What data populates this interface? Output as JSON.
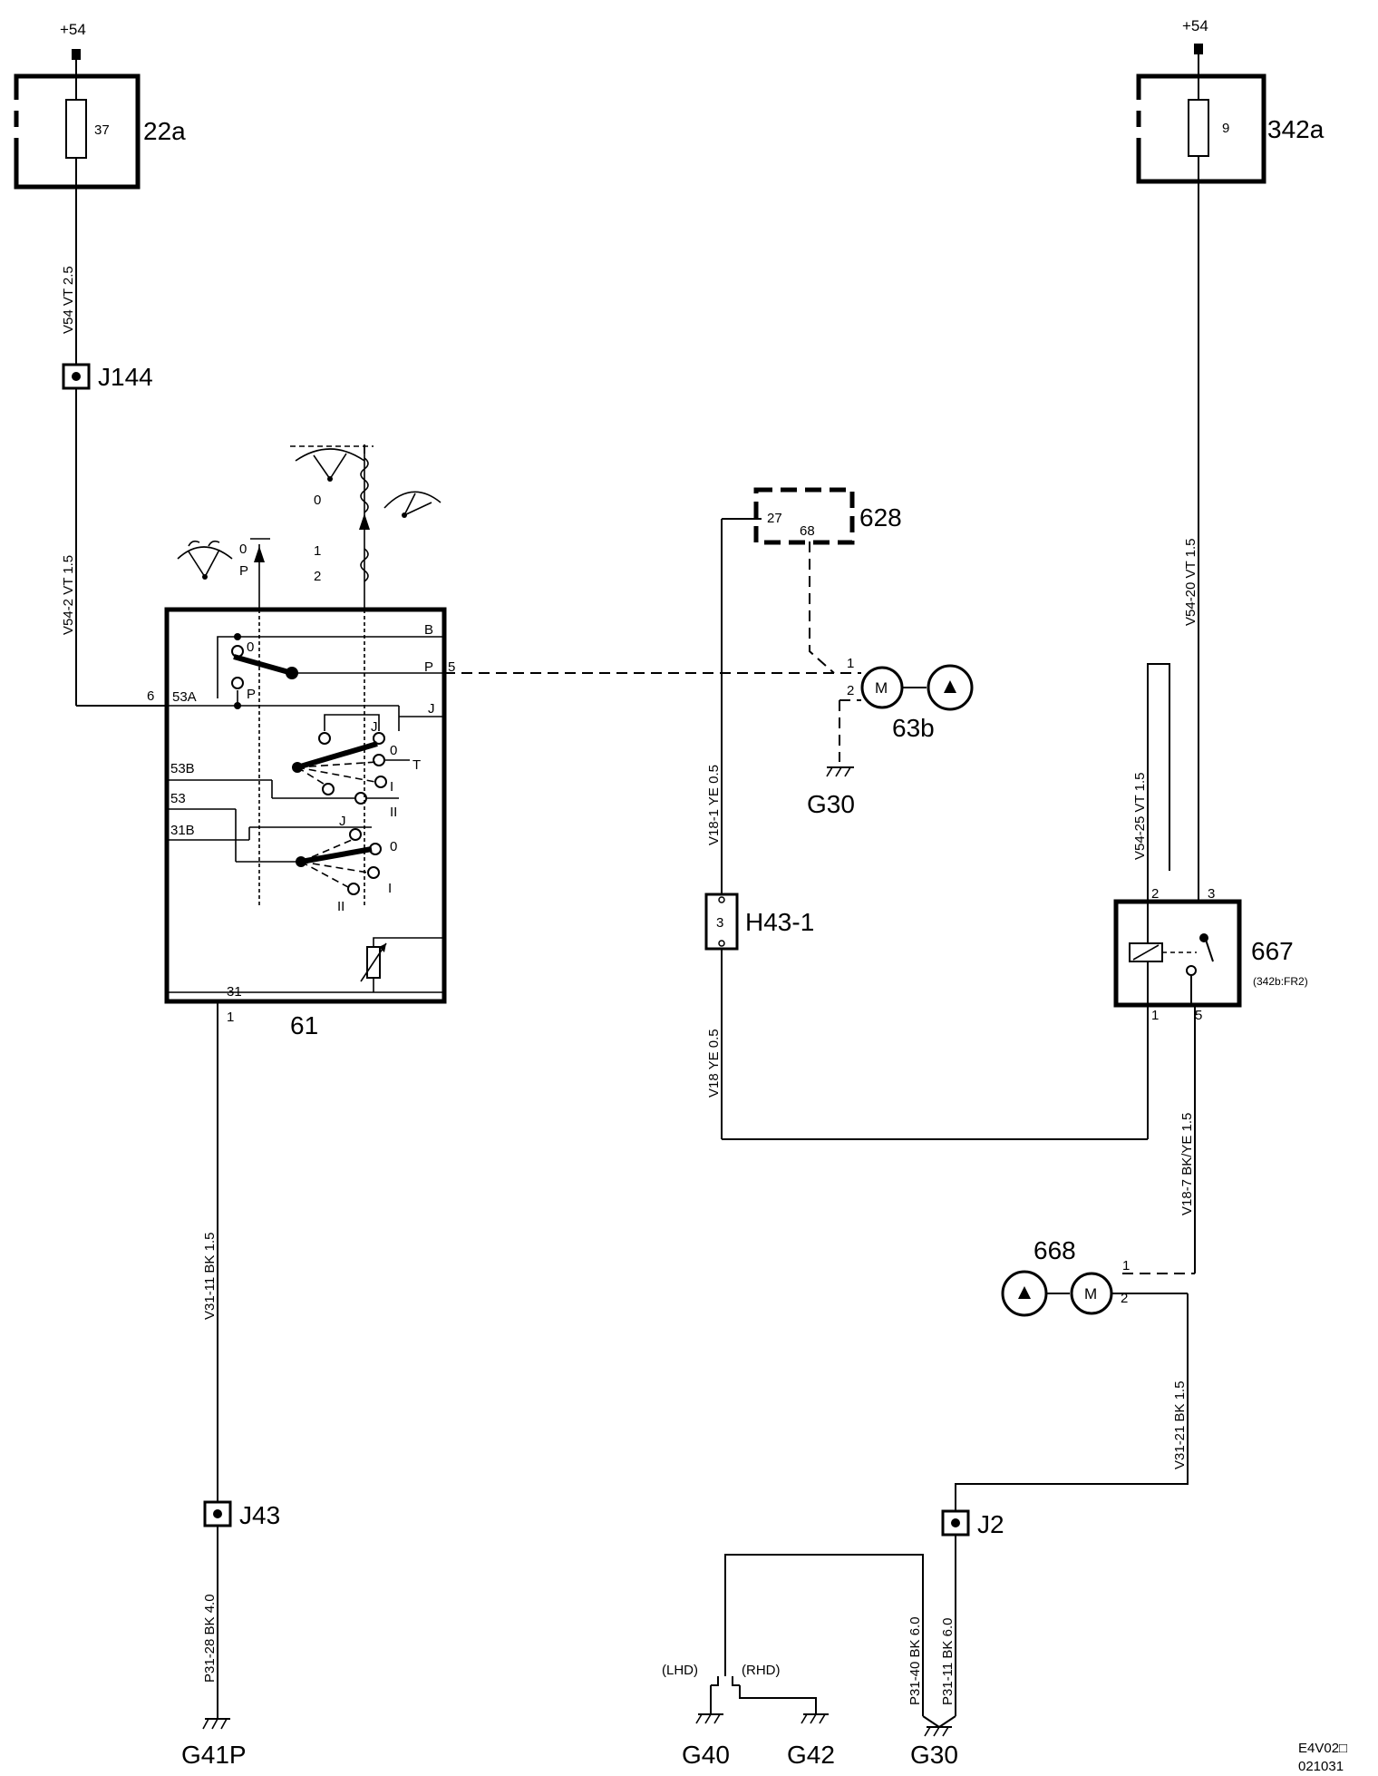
{
  "supply_left": "+54",
  "supply_right": "+54",
  "fuse_left": {
    "box": "22a",
    "fuse": "37"
  },
  "fuse_right": {
    "box": "342a",
    "fuse": "9"
  },
  "junctions": {
    "j144": "J144",
    "j43": "J43",
    "j2": "J2"
  },
  "wires": {
    "v54": "V54  VT  2.5",
    "v54_2": "V54-2  VT  1.5",
    "v31_11": "V31-11  BK  1.5",
    "p31_28": "P31-28  BK  4.0",
    "v18_1": "V18-1  YE  0.5",
    "v18": "V18  YE  0.5",
    "v54_20": "V54-20  VT  1.5",
    "v54_25": "V54-25  VT  1.5",
    "v18_7": "V18-7  BK/YE  1.5",
    "v31_21": "V31-21  BK  1.5",
    "p31_40": "P31-40  BK  6.0",
    "p31_11": "P31-11  BK  6.0"
  },
  "switch61": {
    "label": "61",
    "pins": {
      "p6": "6",
      "p53a": "53A",
      "p53b": "53B",
      "p53": "53",
      "p31b": "31B",
      "p31": "31",
      "p1": "1",
      "pB": "B",
      "pP": "P",
      "p5": "5",
      "pJ": "J"
    },
    "positions": {
      "o1": "0",
      "p1": "P",
      "j1": "J",
      "o2": "0",
      "t": "T",
      "i1": "I",
      "ii1": "II",
      "j2": "J",
      "o3": "0",
      "i2": "I",
      "ii2": "II"
    },
    "legend": {
      "o": "0",
      "p": "P",
      "o2": "0",
      "n1": "1",
      "n2": "2"
    }
  },
  "connector628": {
    "label": "628",
    "pin27": "27",
    "pin68": "68"
  },
  "motor63b": {
    "label": "63b",
    "m": "M",
    "pin1": "1",
    "pin2": "2"
  },
  "ground_g30_top": "G30",
  "connector_h43": {
    "label": "H43-1",
    "pin": "3"
  },
  "relay667": {
    "label": "667",
    "sub": "(342b:FR2)",
    "pin2": "2",
    "pin3": "3",
    "pin1": "1",
    "pin5": "5"
  },
  "motor668": {
    "label": "668",
    "m": "M",
    "pin1": "1",
    "pin2": "2"
  },
  "grounds": {
    "g41p": "G41P",
    "g40": "G40",
    "g42": "G42",
    "g30": "G30",
    "lhd": "(LHD)",
    "rhd": "(RHD)"
  },
  "footer": {
    "code": "E4V02□",
    "date": "021031"
  }
}
